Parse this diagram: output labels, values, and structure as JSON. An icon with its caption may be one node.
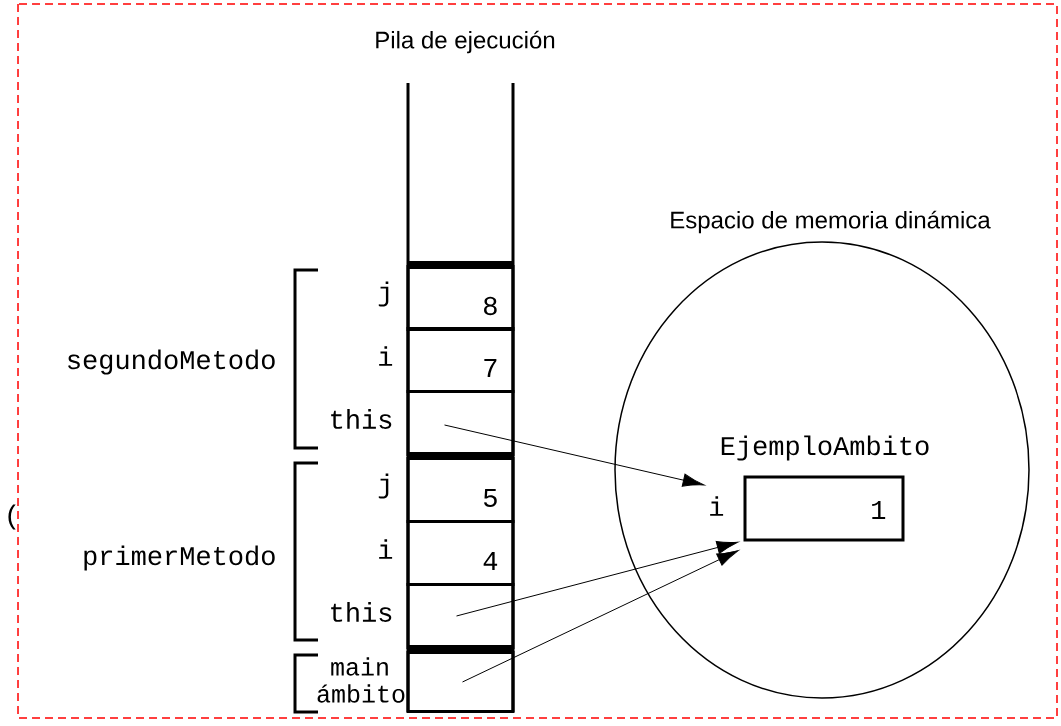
{
  "diagram": {
    "title": "Pila de ejecución",
    "nodes": [
      {
        "text": [
          "8"
        ],
        "beside": [
          "j"
        ]
      },
      {
        "text": [
          "7"
        ],
        "beside": [
          "i"
        ]
      },
      {
        "text": [],
        "shape": "box",
        "beside": [
          "this"
        ]
      },
      {
        "text": [
          "5"
        ],
        "beside": [
          "j"
        ]
      },
      {
        "text": [
          "4"
        ],
        "beside": [
          "i"
        ]
      },
      {
        "text": [],
        "shape": "box",
        "beside": [
          "this"
        ]
      },
      {
        "text": [],
        "shape": "box"
      },
      {
        "text": [
          "Espacio de memoria dinámica"
        ]
      },
      {
        "text": [
          "EjemploAmbito",
          "1"
        ],
        "beside": [
          "i"
        ],
        "in": 7
      }
    ],
    "edges": [
      {
        "from": 2,
        "to": 8,
        "arrow": "to"
      },
      {
        "from": 5,
        "to": 8,
        "arrow": "to"
      },
      {
        "from": 6,
        "to": 8,
        "arrow": "to"
      }
    ],
    "labels": [
      "segundoMetodo",
      "(",
      "primerMetodo",
      "main ámbito"
    ]
  }
}
